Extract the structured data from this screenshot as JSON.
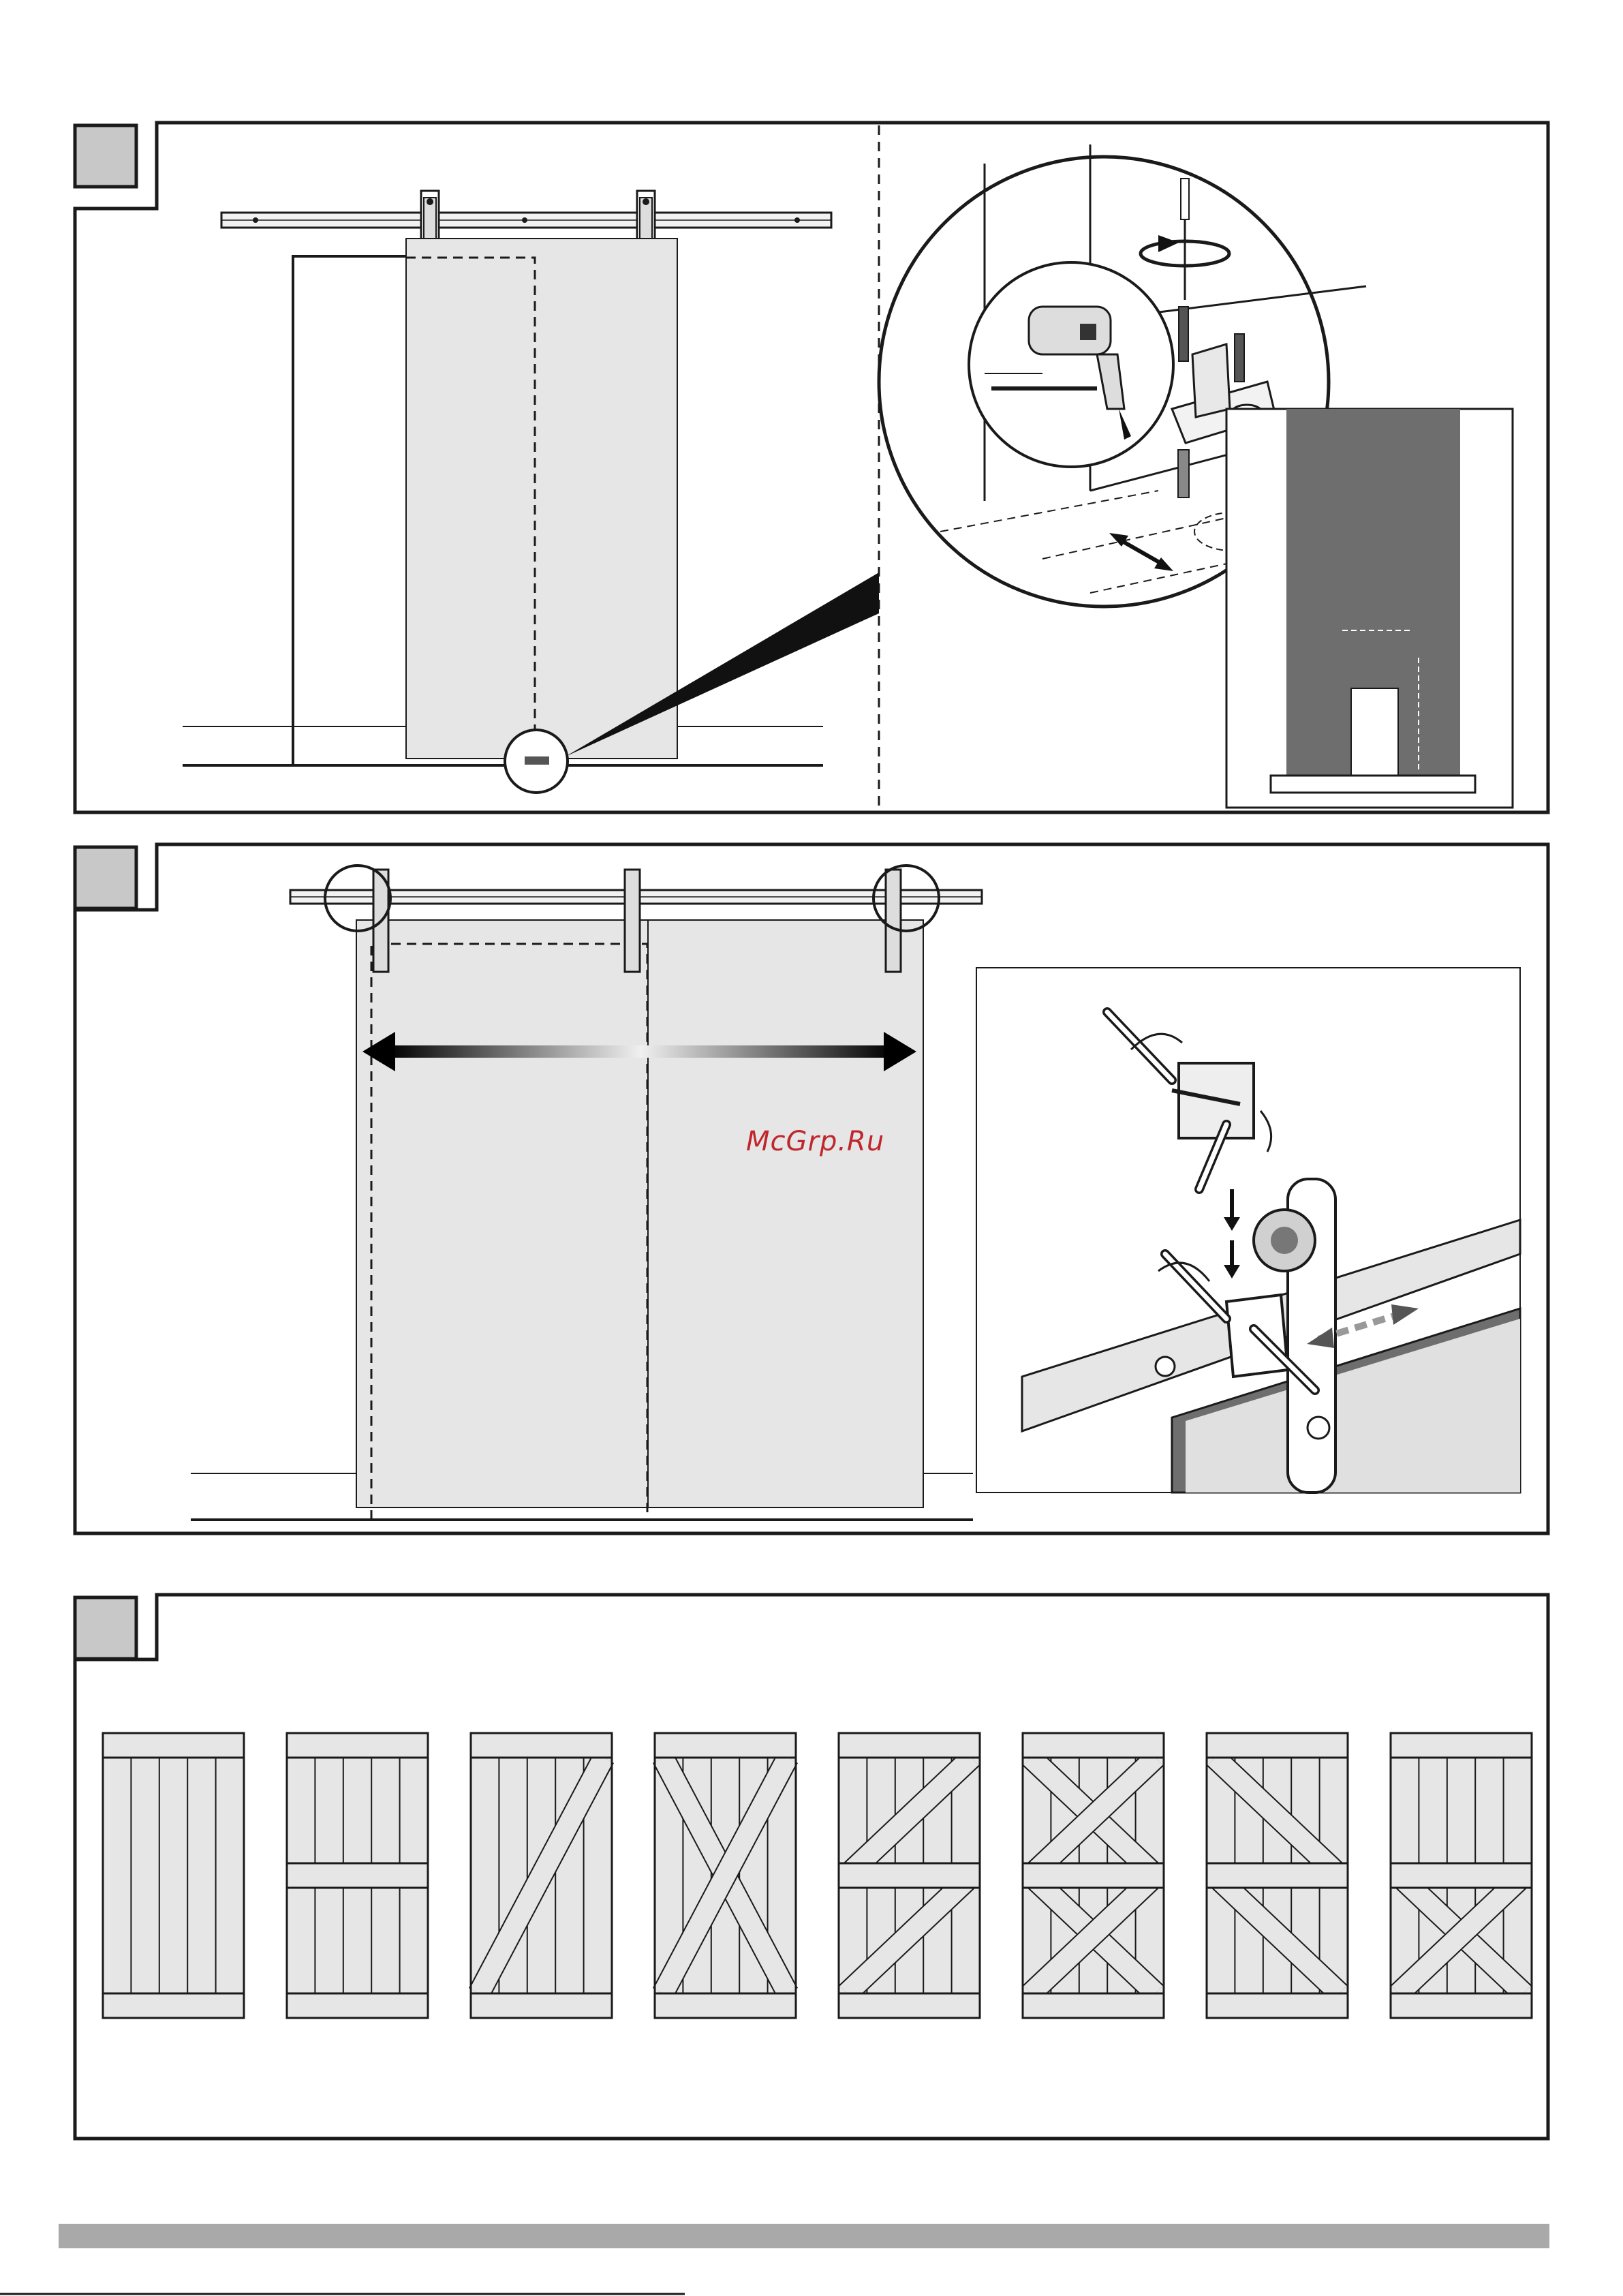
{
  "page": {
    "watermark": "McGrp.Ru"
  },
  "steps": [
    {
      "id": "step-1",
      "label": ""
    },
    {
      "id": "step-2",
      "label": ""
    },
    {
      "id": "step-3",
      "label": ""
    }
  ],
  "door_styles": {
    "count": 8
  },
  "colors": {
    "outline": "#1a1a1a",
    "door_fill": "#e6e6e6",
    "step_box": "#c8c8c8",
    "floor_dark": "#6e6e6e",
    "footer": "#a9a9a9",
    "watermark": "#c0272d"
  }
}
